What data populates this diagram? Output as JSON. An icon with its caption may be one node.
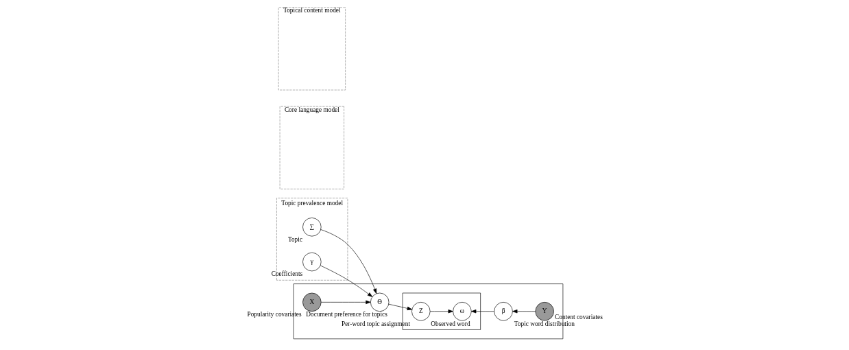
{
  "diagram": {
    "nodes": [
      {
        "text": [
          "Topic prevalence model"
        ]
      },
      {
        "text": [
          "Core language model"
        ]
      },
      {
        "text": [
          "Topical content model"
        ]
      },
      {
        "text": [
          "∑"
        ],
        "in": 0,
        "beside": [
          "Topic"
        ]
      },
      {
        "text": [
          "γ"
        ],
        "in": 0,
        "beside": [
          "Coefficients"
        ]
      },
      {
        "text": [],
        "shape": "box"
      },
      {
        "text": [
          "X"
        ],
        "in": 5,
        "beside": [
          "Popularity covariates"
        ]
      },
      {
        "text": [
          "Θ"
        ],
        "in": 5,
        "beside": [
          "Document preference for topics"
        ]
      },
      {
        "text": [],
        "shape": "box",
        "in": 5
      },
      {
        "text": [
          "Z"
        ],
        "in": 8,
        "beside": [
          "Per-word topic assignment"
        ]
      },
      {
        "text": [
          "ω"
        ],
        "in": 8,
        "beside": [
          "Observed word"
        ]
      },
      {
        "text": [
          "β"
        ],
        "in": 5,
        "beside": [
          "Topic word distribution"
        ]
      },
      {
        "text": [
          "Y"
        ],
        "in": 5,
        "beside": [
          "Content covariates"
        ]
      }
    ],
    "edges": [
      {
        "from": 3,
        "to": 7,
        "arrow": "to"
      },
      {
        "from": 4,
        "to": 7,
        "arrow": "to"
      },
      {
        "from": 6,
        "to": 7,
        "arrow": "to"
      },
      {
        "from": 7,
        "to": 9,
        "arrow": "to"
      },
      {
        "from": 9,
        "to": 10,
        "arrow": "to"
      },
      {
        "from": 11,
        "to": 10,
        "arrow": "to"
      },
      {
        "from": 12,
        "to": 11,
        "arrow": "to"
      }
    ]
  }
}
